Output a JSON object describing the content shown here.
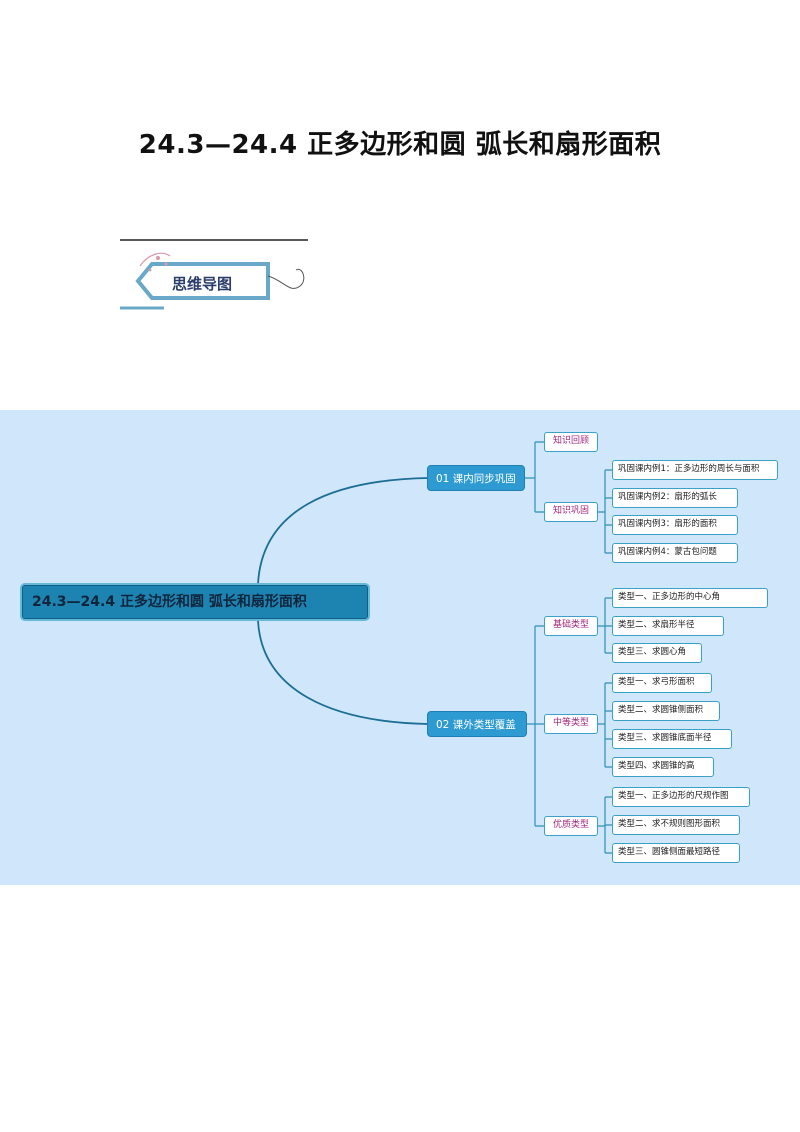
{
  "document": {
    "title": "24.3—24.4  正多边形和圆  弧长和扇形面积"
  },
  "badge": {
    "label": "思维导图"
  },
  "mindmap": {
    "root": "24.3—24.4  正多边形和圆  弧长和扇形面积",
    "branches": [
      {
        "label": "01  课内同步巩固",
        "groups": [
          {
            "label": "知识回顾",
            "items": []
          },
          {
            "label": "知识巩固",
            "items": [
              "巩固课内例1：正多边形的周长与面积",
              "巩固课内例2：扇形的弧长",
              "巩固课内例3：扇形的面积",
              "巩固课内例4：蒙古包问题"
            ]
          }
        ]
      },
      {
        "label": "02  课外类型覆盖",
        "groups": [
          {
            "label": "基础类型",
            "items": [
              "类型一、正多边形的中心角",
              "类型二、求扇形半径",
              "类型三、求圆心角"
            ]
          },
          {
            "label": "中等类型",
            "items": [
              "类型一、求弓形面积",
              "类型二、求圆锥侧面积",
              "类型三、求圆锥底面半径",
              "类型四、求圆锥的高"
            ]
          },
          {
            "label": "优质类型",
            "items": [
              "类型一、正多边形的尺规作图",
              "类型二、求不规则图形面积",
              "类型三、圆锥侧面最短路径"
            ]
          }
        ]
      }
    ]
  },
  "colors": {
    "background": "#cfe6fb",
    "root": "#1d84b2",
    "branch": "#2e9ad2",
    "link": "#1c6e94",
    "group_text": "#a0287c"
  }
}
